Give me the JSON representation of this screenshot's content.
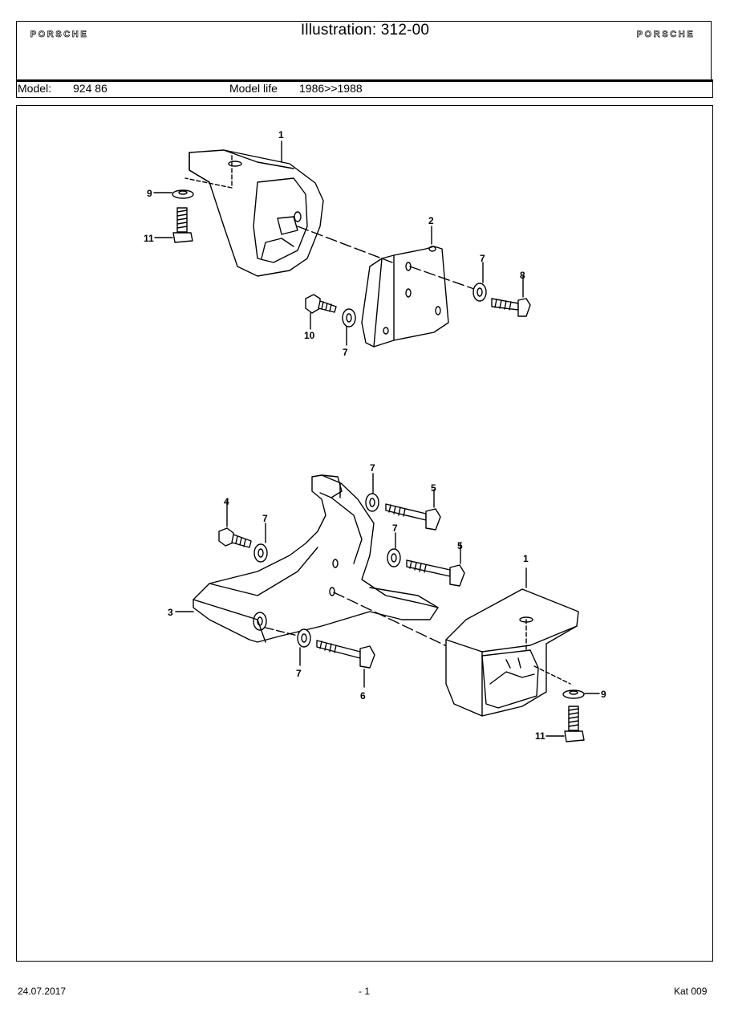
{
  "header": {
    "brand_left": "PORSCHE",
    "brand_right": "PORSCHE",
    "illustration_title": "Illustration: 312-00"
  },
  "model_row": {
    "model_label": "Model:",
    "model_value": "924 86",
    "model_life_label": "Model life",
    "model_life_value": "1986>>1988"
  },
  "callouts": {
    "top_1": "1",
    "top_2": "2",
    "top_7a": "7",
    "top_8": "8",
    "top_9": "9",
    "top_11": "11",
    "top_10": "10",
    "top_7b": "7",
    "bot_7a": "7",
    "bot_5a": "5",
    "bot_4": "4",
    "bot_7b": "7",
    "bot_7c": "7",
    "bot_5b": "5",
    "bot_1": "1",
    "bot_3": "3",
    "bot_7d": "7",
    "bot_6": "6",
    "bot_9": "9",
    "bot_11": "11"
  },
  "footer": {
    "date": "24.07.2017",
    "page": "- 1",
    "code": "Kat 009"
  }
}
